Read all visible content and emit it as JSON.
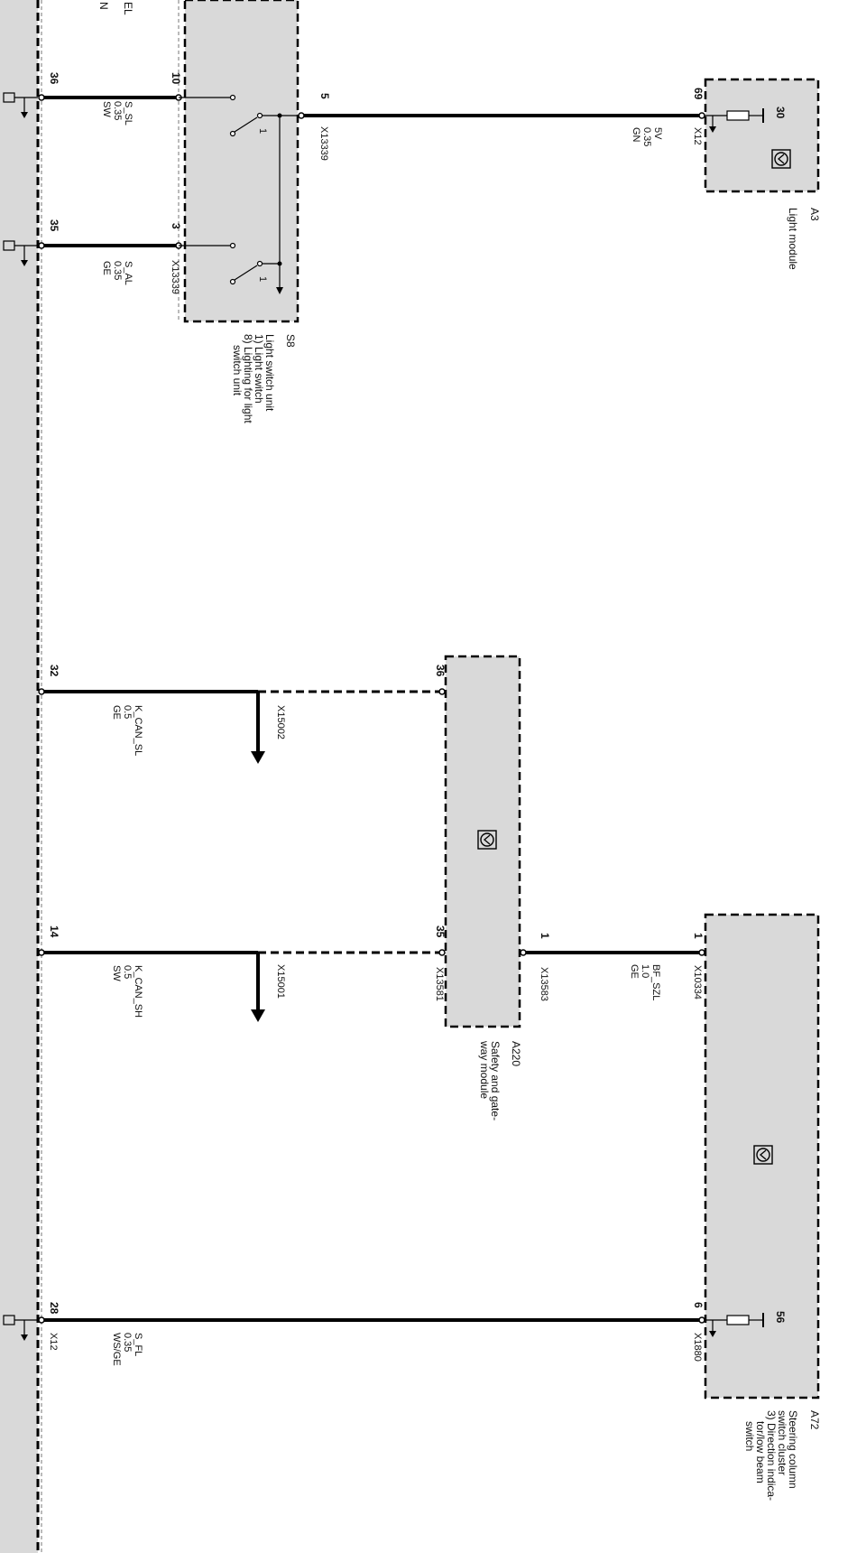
{
  "left_module": {
    "partial_labels": [
      "EL",
      "N"
    ],
    "pins": {
      "p36": "36",
      "p35": "35",
      "p32": "32",
      "p14": "14",
      "p28": "28"
    },
    "connector": "X12"
  },
  "wires": {
    "s_sl": {
      "name": "S_SL",
      "size": "0.35",
      "color": "SW"
    },
    "s_al": {
      "name": "S_AL",
      "size": "0.35",
      "color": "GE"
    },
    "k_can_sl": {
      "name": "K_CAN_SL",
      "size": "0.5",
      "color": "GE"
    },
    "k_can_sh": {
      "name": "K_CAN_SH",
      "size": "0.5",
      "color": "SW"
    },
    "s_fl": {
      "name": "S_FL",
      "size": "0.35",
      "color": "WS/GE"
    },
    "v5": {
      "name": "5V",
      "size": "0.35",
      "color": "GN"
    },
    "bf_szl": {
      "name": "BF_SZL",
      "size": "1.0",
      "color": "GE"
    }
  },
  "s8": {
    "id": "S8",
    "title": "Light switch unit",
    "sub1": "1) Light switch",
    "sub2": "8) Lighting for light",
    "sub3": "switch unit",
    "pins": {
      "p10": "10",
      "p3": "3",
      "p5": "5"
    },
    "connector_a": "X13339",
    "connector_b": "X13339",
    "switch_label_1": "1",
    "switch_label_2": "1"
  },
  "a3": {
    "id": "A3",
    "title": "Light module",
    "pin": "69",
    "connector": "X12",
    "terminal": "30"
  },
  "a220": {
    "id": "A220",
    "title_1": "Safety and gate-",
    "title_2": "way module",
    "pins": {
      "p36": "36",
      "p35": "35",
      "p1": "1"
    },
    "connector_a": "X13581",
    "connector_b": "X13583"
  },
  "splices": {
    "x15002": "X15002",
    "x15001": "X15001"
  },
  "a72": {
    "id": "A72",
    "title_1": "Steering column",
    "title_2": "switch cluster",
    "title_3": "3) Direction indica-",
    "title_4": "tor/low beam",
    "title_5": "switch",
    "pins": {
      "p1": "1",
      "p6": "6"
    },
    "connector_a": "X10334",
    "connector_b": "X1880",
    "terminal": "56"
  }
}
